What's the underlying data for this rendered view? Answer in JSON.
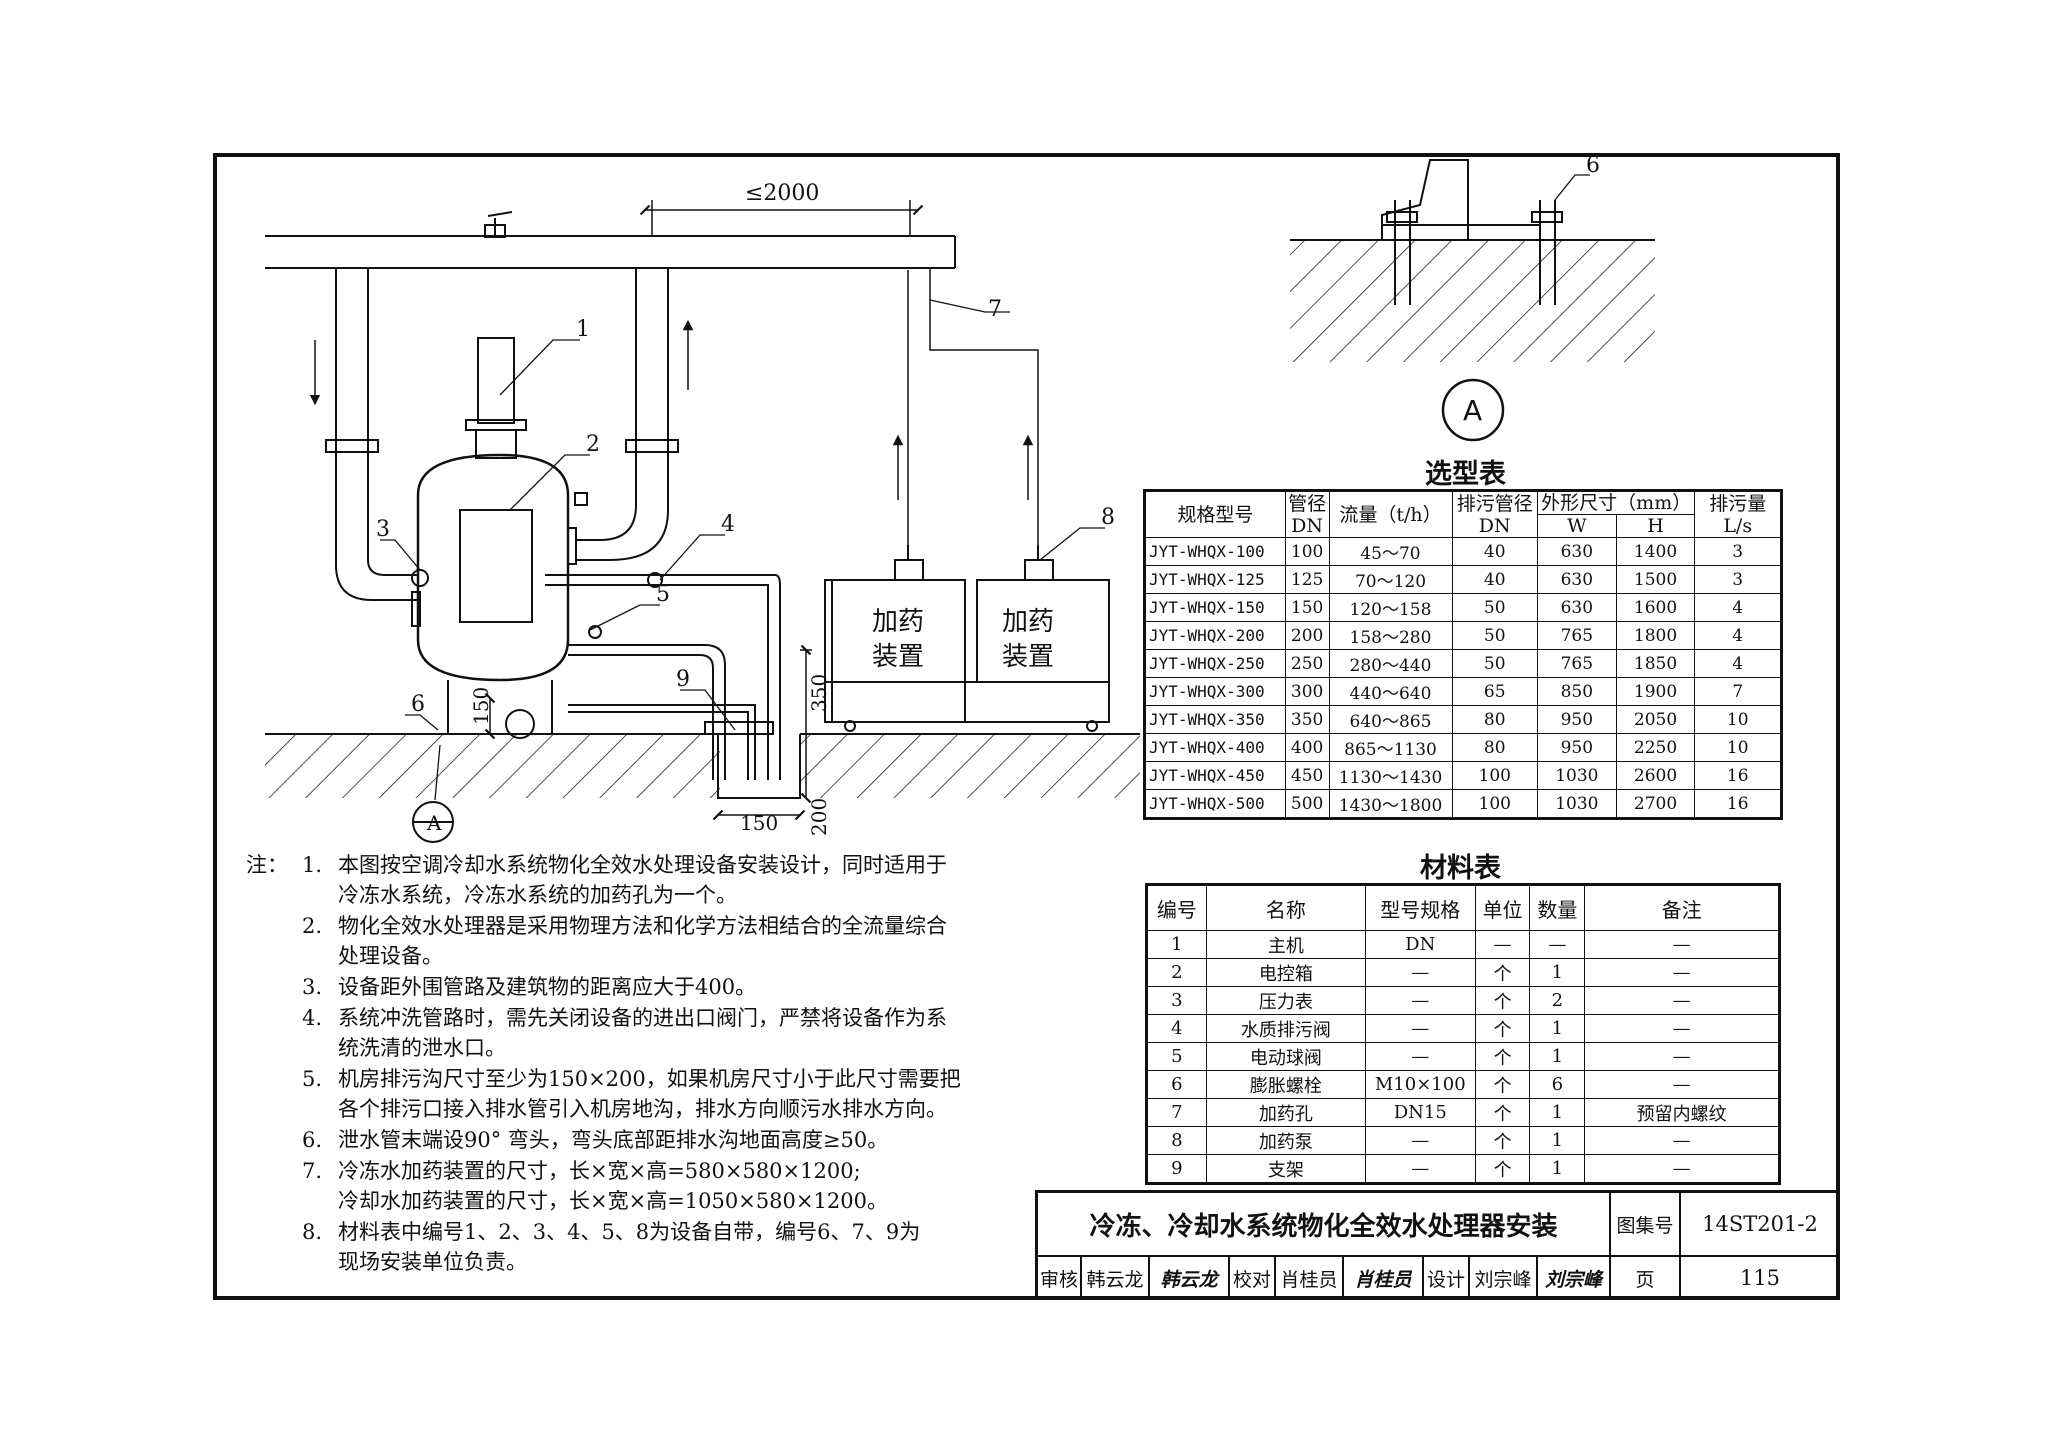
{
  "drawing": {
    "dimension_spacing": "≤2000",
    "callouts": [
      "1",
      "2",
      "3",
      "4",
      "5",
      "6",
      "7",
      "8",
      "9"
    ],
    "dim_150_vertical": "150",
    "dim_350": "350",
    "dim_200": "200",
    "dim_150_horizontal": "150",
    "detail_marker": "A",
    "dosing_box_1": [
      "加药",
      "装置"
    ],
    "dosing_box_2": [
      "加药",
      "装置"
    ]
  },
  "selection_table": {
    "title": "选型表",
    "headers": {
      "model": "规格型号",
      "pipe_dia": [
        "管径",
        "DN"
      ],
      "flow": "流量（t/h）",
      "drain_dia": [
        "排污管径",
        "DN"
      ],
      "dims": "外形尺寸（mm）",
      "w": "W",
      "h": "H",
      "drain_flow": [
        "排污量",
        "L/s"
      ]
    },
    "rows": [
      [
        "JYT-WHQX-100",
        "100",
        "45～70",
        "40",
        "630",
        "1400",
        "3"
      ],
      [
        "JYT-WHQX-125",
        "125",
        "70～120",
        "40",
        "630",
        "1500",
        "3"
      ],
      [
        "JYT-WHQX-150",
        "150",
        "120～158",
        "50",
        "630",
        "1600",
        "4"
      ],
      [
        "JYT-WHQX-200",
        "200",
        "158～280",
        "50",
        "765",
        "1800",
        "4"
      ],
      [
        "JYT-WHQX-250",
        "250",
        "280～440",
        "50",
        "765",
        "1850",
        "4"
      ],
      [
        "JYT-WHQX-300",
        "300",
        "440～640",
        "65",
        "850",
        "1900",
        "7"
      ],
      [
        "JYT-WHQX-350",
        "350",
        "640～865",
        "80",
        "950",
        "2050",
        "10"
      ],
      [
        "JYT-WHQX-400",
        "400",
        "865～1130",
        "80",
        "950",
        "2250",
        "10"
      ],
      [
        "JYT-WHQX-450",
        "450",
        "1130～1430",
        "100",
        "1030",
        "2600",
        "16"
      ],
      [
        "JYT-WHQX-500",
        "500",
        "1430～1800",
        "100",
        "1030",
        "2700",
        "16"
      ]
    ]
  },
  "material_table": {
    "title": "材料表",
    "headers": [
      "编号",
      "名称",
      "型号规格",
      "单位",
      "数量",
      "备注"
    ],
    "rows": [
      [
        "1",
        "主机",
        "DN",
        "—",
        "—",
        "—"
      ],
      [
        "2",
        "电控箱",
        "—",
        "个",
        "1",
        "—"
      ],
      [
        "3",
        "压力表",
        "—",
        "个",
        "2",
        "—"
      ],
      [
        "4",
        "水质排污阀",
        "—",
        "个",
        "1",
        "—"
      ],
      [
        "5",
        "电动球阀",
        "—",
        "个",
        "1",
        "—"
      ],
      [
        "6",
        "膨胀螺栓",
        "M10×100",
        "个",
        "6",
        "—"
      ],
      [
        "7",
        "加药孔",
        "DN15",
        "个",
        "1",
        "预留内螺纹"
      ],
      [
        "8",
        "加药泵",
        "—",
        "个",
        "1",
        "—"
      ],
      [
        "9",
        "支架",
        "—",
        "个",
        "1",
        "—"
      ]
    ]
  },
  "notes": {
    "label": "注：",
    "items": [
      {
        "num": "1.",
        "lines": [
          "本图按空调冷却水系统物化全效水处理设备安装设计，同时适用于",
          "冷冻水系统，冷冻水系统的加药孔为一个。"
        ]
      },
      {
        "num": "2.",
        "lines": [
          "物化全效水处理器是采用物理方法和化学方法相结合的全流量综合",
          "处理设备。"
        ]
      },
      {
        "num": "3.",
        "lines": [
          "设备距外围管路及建筑物的距离应大于400。"
        ]
      },
      {
        "num": "4.",
        "lines": [
          "系统冲洗管路时，需先关闭设备的进出口阀门，严禁将设备作为系",
          "统洗清的泄水口。"
        ]
      },
      {
        "num": "5.",
        "lines": [
          "机房排污沟尺寸至少为150×200，如果机房尺寸小于此尺寸需要把",
          "各个排污口接入排水管引入机房地沟，排水方向顺污水排水方向。"
        ]
      },
      {
        "num": "6.",
        "lines": [
          "泄水管末端设90° 弯头，弯头底部距排水沟地面高度≥50。"
        ]
      },
      {
        "num": "7.",
        "lines": [
          "冷冻水加药装置的尺寸，长×宽×高=580×580×1200;",
          "冷却水加药装置的尺寸，长×宽×高=1050×580×1200。"
        ]
      },
      {
        "num": "8.",
        "lines": [
          "材料表中编号1、2、3、4、5、8为设备自带，编号6、7、9为",
          "现场安装单位负责。"
        ]
      }
    ]
  },
  "title_block": {
    "title": "冷冻、冷却水系统物化全效水处理器安装",
    "atlas_label": "图集号",
    "atlas_no": "14ST201-2",
    "review_label": "审核",
    "reviewer": "韩云龙",
    "reviewer_sig": "韩云龙",
    "check_label": "校对",
    "checker": "肖桂员",
    "checker_sig": "肖桂员",
    "design_label": "设计",
    "designer": "刘宗峰",
    "designer_sig": "刘宗峰",
    "page_label": "页",
    "page_no": "115"
  }
}
